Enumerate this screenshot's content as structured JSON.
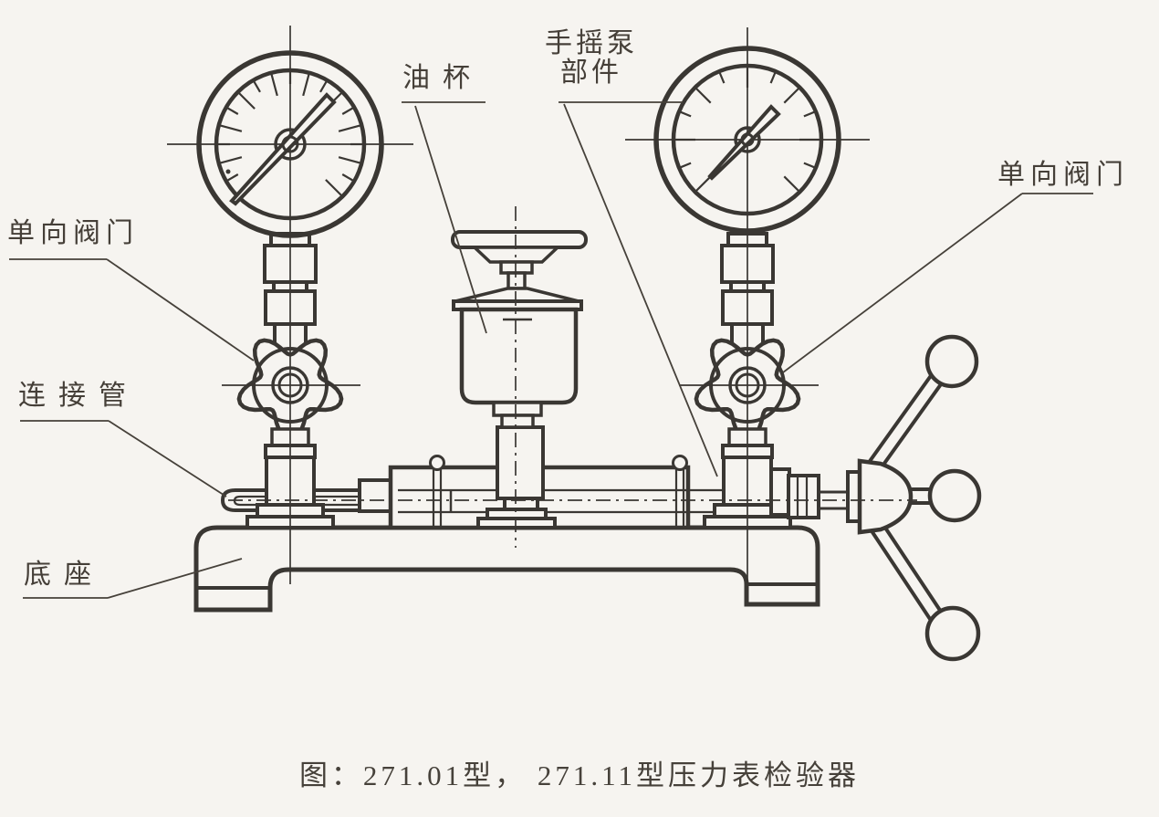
{
  "figure": {
    "caption": "图：271.01型， 271.11型压力表检验器",
    "labels": {
      "check_valve_left": "单向阀门",
      "connecting_pipe": "连接管",
      "base": "底座",
      "oil_cup": "油杯",
      "hand_pump_line1": "手摇泵",
      "hand_pump_line2": "部件",
      "check_valve_right": "单向阀门"
    },
    "colors": {
      "ink": "#3a3733",
      "paper": "#f6f4f0"
    }
  }
}
